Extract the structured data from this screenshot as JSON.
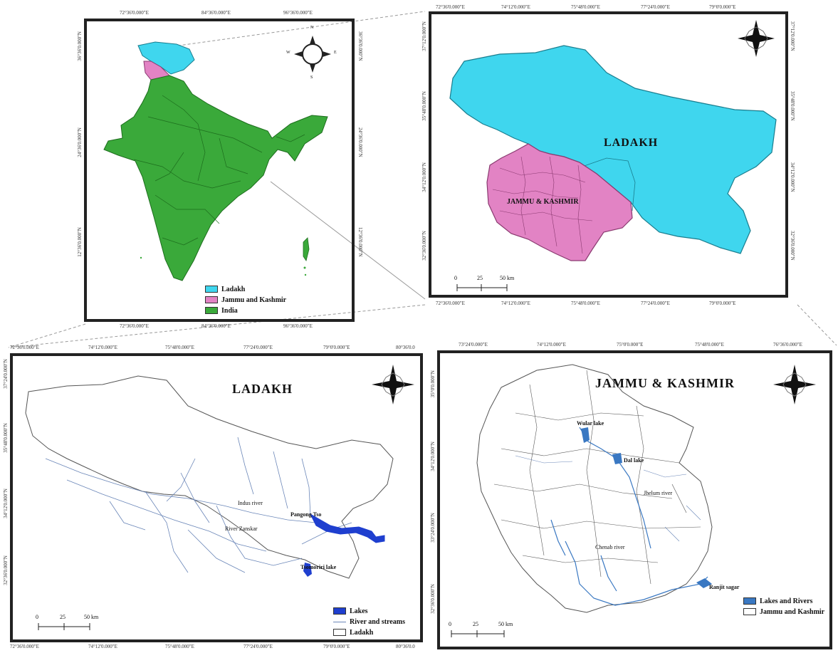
{
  "panels": {
    "india": {
      "ticks_top": [
        "72°36'0.000\"E",
        "84°36'0.000\"E",
        "96°36'0.000\"E"
      ],
      "ticks_bottom": [
        "72°36'0.000\"E",
        "84°36'0.000\"E",
        "96°36'0.000\"E"
      ],
      "ticks_left": [
        "36°36'0.000\"N",
        "24°36'0.000\"N",
        "12°36'0.000\"N"
      ],
      "ticks_right": [
        "36°36'0.000\"N",
        "24°36'0.000\"N",
        "12°36'0.000\"N"
      ],
      "compass": {
        "n": "N",
        "e": "E",
        "s": "S",
        "w": "W"
      },
      "legend": [
        {
          "label": "Ladakh",
          "color": "#3fd6ee"
        },
        {
          "label": "Jammu and Kashmir",
          "color": "#e283c4"
        },
        {
          "label": "India",
          "color": "#3aa93a"
        }
      ]
    },
    "jk_ladakh": {
      "ticks_top": [
        "72°36'0.000\"E",
        "74°12'0.000\"E",
        "75°48'0.000\"E",
        "77°24'0.000\"E",
        "79°0'0.000\"E"
      ],
      "ticks_bottom": [
        "72°36'0.000\"E",
        "74°12'0.000\"E",
        "75°48'0.000\"E",
        "77°24'0.000\"E",
        "79°0'0.000\"E"
      ],
      "ticks_left": [
        "37°12'0.000\"N",
        "35°48'0.000\"N",
        "34°12'0.000\"N",
        "32°36'0.000\"N"
      ],
      "ticks_right": [
        "37°12'0.000\"N",
        "35°48'0.000\"N",
        "34°12'0.000\"N",
        "32°36'0.000\"N"
      ],
      "label_ladakh": "LADAKH",
      "label_jk": "JAMMU & KASHMIR",
      "scale": {
        "zero": "0",
        "mid": "25",
        "end": "50 km"
      }
    },
    "ladakh": {
      "ticks_top": [
        "72°36'0.000\"E",
        "74°12'0.000\"E",
        "75°48'0.000\"E",
        "77°24'0.000\"E",
        "79°0'0.000\"E",
        "80°36'0.0"
      ],
      "ticks_bottom": [
        "72°36'0.000\"E",
        "74°12'0.000\"E",
        "75°48'0.000\"E",
        "77°24'0.000\"E",
        "79°0'0.000\"E",
        "80°36'0.0"
      ],
      "ticks_left": [
        "37°24'0.000\"N",
        "35°48'0.000\"N",
        "34°12'0.000\"N",
        "32°36'0.000\"N"
      ],
      "title": "LADAKH",
      "labels": {
        "pangong": "Pangong Tso",
        "tsomoriri": "Tsomoriri lake",
        "indus": "Indus river",
        "zanskar": "River Zanskar"
      },
      "legend": [
        {
          "label": "Lakes",
          "kind": "fill",
          "color": "#1f3fcf"
        },
        {
          "label": "River and streams",
          "kind": "line",
          "color": "#6a86b8"
        },
        {
          "label": "Ladakh",
          "kind": "fill",
          "color": "#ffffff"
        }
      ],
      "scale": {
        "zero": "0",
        "mid": "25",
        "end": "50 km"
      }
    },
    "jk": {
      "ticks_top": [
        "73°24'0.000\"E",
        "74°12'0.000\"E",
        "75°0'0.000\"E",
        "75°48'0.000\"E",
        "76°36'0.000\"E"
      ],
      "ticks_left": [
        "35°0'0.000\"N",
        "34°12'0.000\"N",
        "33°24'0.000\"N",
        "32°36'0.000\"N"
      ],
      "title": "JAMMU & KASHMIR",
      "labels": {
        "wular": "Wular lake",
        "dal": "Dal lake",
        "jhelum": "Jhelum river",
        "chenab": "Chenab river",
        "ranjit": "Ranjit sagar"
      },
      "legend": [
        {
          "label": "Lakes and Rivers",
          "color": "#3a78c2"
        },
        {
          "label": "Jammu and Kashmir",
          "color": "#ffffff"
        }
      ],
      "scale": {
        "zero": "0",
        "mid": "25",
        "end": "50 km"
      }
    }
  }
}
